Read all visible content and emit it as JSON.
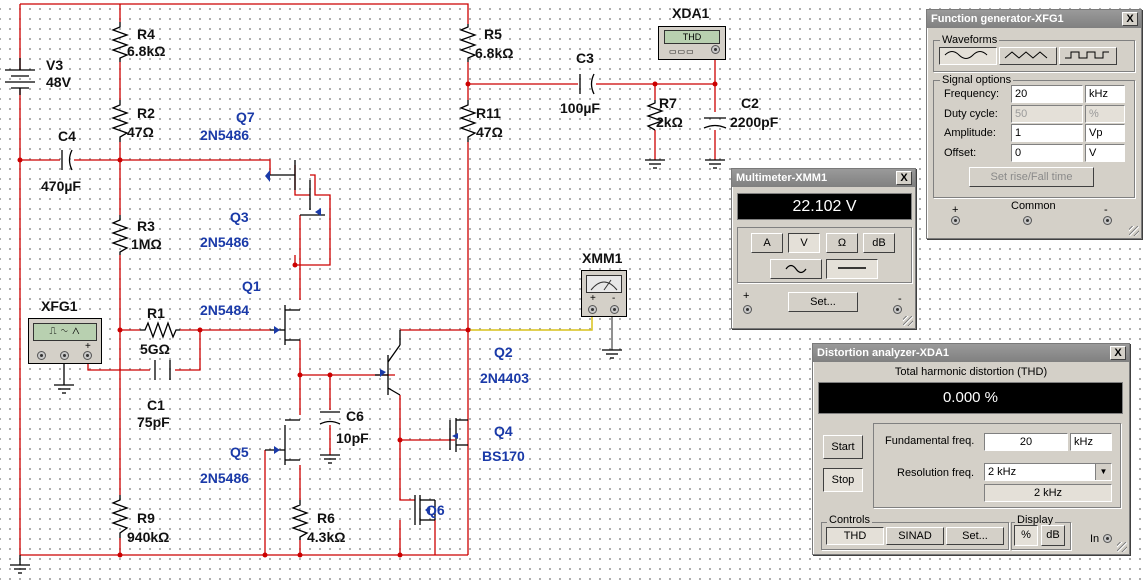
{
  "components": {
    "V3": {
      "ref": "V3",
      "value": "48V"
    },
    "R4": {
      "ref": "R4",
      "value": "6.8kΩ"
    },
    "R2": {
      "ref": "R2",
      "value": "47Ω"
    },
    "C4": {
      "ref": "C4",
      "value": "470µF"
    },
    "R3": {
      "ref": "R3",
      "value": "1MΩ"
    },
    "R1": {
      "ref": "R1",
      "value": "5GΩ"
    },
    "C1": {
      "ref": "C1",
      "value": "75pF"
    },
    "R9": {
      "ref": "R9",
      "value": "940kΩ"
    },
    "R6": {
      "ref": "R6",
      "value": "4.3kΩ"
    },
    "C6": {
      "ref": "C6",
      "value": "10pF"
    },
    "R5": {
      "ref": "R5",
      "value": "6.8kΩ"
    },
    "R11": {
      "ref": "R11",
      "value": "47Ω"
    },
    "C3": {
      "ref": "C3",
      "value": "100µF"
    },
    "R7": {
      "ref": "R7",
      "value": "2kΩ"
    },
    "C2": {
      "ref": "C2",
      "value": "2200pF"
    },
    "Q7": {
      "ref": "Q7",
      "value": "2N5486"
    },
    "Q3": {
      "ref": "Q3",
      "value": "2N5486"
    },
    "Q1": {
      "ref": "Q1",
      "value": "2N5484"
    },
    "Q5": {
      "ref": "Q5",
      "value": "2N5486"
    },
    "Q2": {
      "ref": "Q2",
      "value": "2N4403"
    },
    "Q4": {
      "ref": "Q4",
      "value": "BS170"
    },
    "Q6": {
      "ref": "Q6"
    },
    "XFG1": {
      "ref": "XFG1"
    },
    "XMM1": {
      "ref": "XMM1"
    },
    "XDA1": {
      "ref": "XDA1",
      "screen_label": "THD"
    }
  },
  "polarity": {
    "plus": "+",
    "minus": "-"
  },
  "colors": {
    "wire": "#cc0000",
    "probe_wire": "#d9c21a",
    "component_label": "#1a3aa8"
  },
  "function_generator": {
    "title": "Function generator-XFG1",
    "close": "X",
    "waveforms_label": "Waveforms",
    "waveforms": [
      "sine-wave-icon",
      "triangle-wave-icon",
      "square-wave-icon"
    ],
    "selected_waveform": "sine",
    "signal_options_label": "Signal options",
    "fields": [
      {
        "label": "Frequency:",
        "value": "20",
        "unit": "kHz",
        "enabled": true
      },
      {
        "label": "Duty cycle:",
        "value": "50",
        "unit": "%",
        "enabled": false
      },
      {
        "label": "Amplitude:",
        "value": "1",
        "unit": "Vp",
        "enabled": true
      },
      {
        "label": "Offset:",
        "value": "0",
        "unit": "V",
        "enabled": true
      }
    ],
    "set_rise_fall": "Set rise/Fall time",
    "terminal_plus": "+",
    "terminal_common": "Common",
    "terminal_minus": "-"
  },
  "multimeter": {
    "title": "Multimeter-XMM1",
    "close": "X",
    "reading": "22.102 V",
    "mode_buttons": [
      "A",
      "V",
      "Ω",
      "dB"
    ],
    "active_mode": "V",
    "coupling": [
      "ac-wave-icon",
      "dc-line-icon"
    ],
    "active_coupling": "dc",
    "set_button": "Set...",
    "terminal_plus": "+",
    "terminal_minus": "-"
  },
  "distortion_analyzer": {
    "title": "Distortion analyzer-XDA1",
    "close": "X",
    "thd_label": "Total harmonic distortion (THD)",
    "thd_value": "0.000 %",
    "start": "Start",
    "stop": "Stop",
    "fundamental_label": "Fundamental freq.",
    "fundamental_value": "20",
    "fundamental_unit": "kHz",
    "resolution_label": "Resolution freq.",
    "resolution_value": "2 kHz",
    "resolution_readout": "2 kHz",
    "controls_label": "Controls",
    "control_buttons": [
      "THD",
      "SINAD",
      "Set..."
    ],
    "display_label": "Display",
    "display_buttons": [
      "%",
      "dB"
    ],
    "in_label": "In"
  }
}
